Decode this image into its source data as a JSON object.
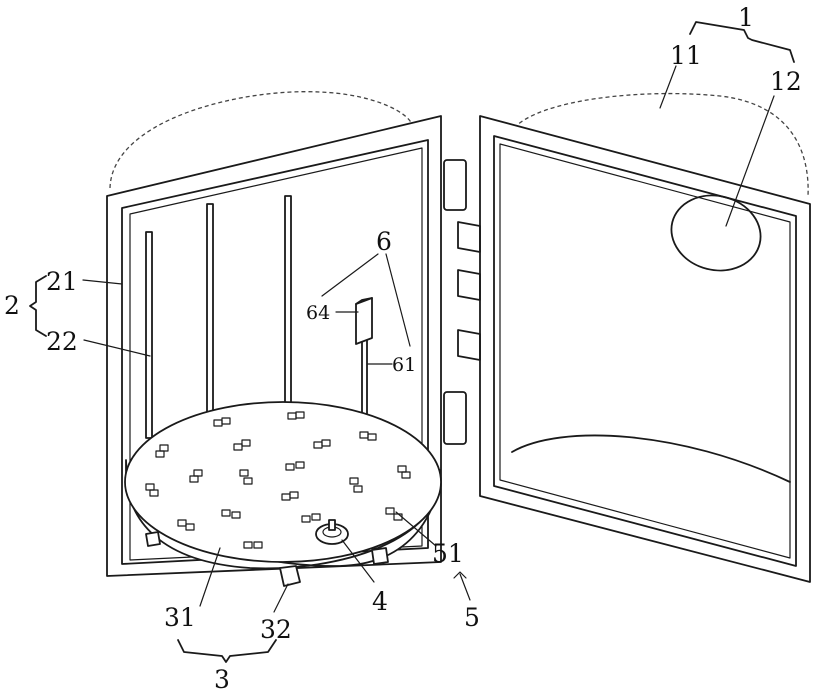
{
  "labels": {
    "l1": "1",
    "l11": "11",
    "l12": "12",
    "l2": "2",
    "l21": "21",
    "l22": "22",
    "l3": "3",
    "l31": "31",
    "l32": "32",
    "l4": "4",
    "l5": "5",
    "l51": "51",
    "l6": "6",
    "l61": "61",
    "l64": "64"
  }
}
